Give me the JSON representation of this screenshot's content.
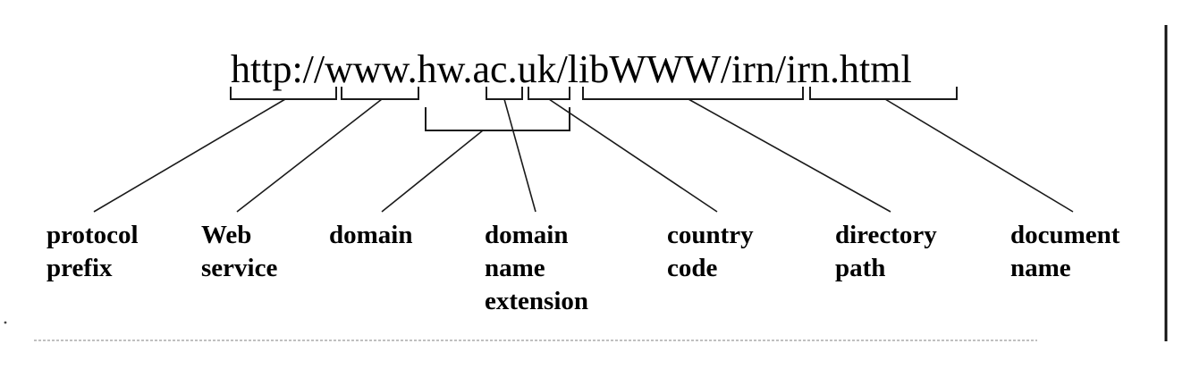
{
  "url": "http://www.hw.ac.uk/libWWW/irn/irn.html",
  "segments": [
    {
      "id": "protocol",
      "label_lines": [
        "protocol",
        "prefix"
      ]
    },
    {
      "id": "web-service",
      "label_lines": [
        "Web",
        "service"
      ]
    },
    {
      "id": "domain",
      "label_lines": [
        "domain"
      ]
    },
    {
      "id": "domain-name-extension",
      "label_lines": [
        "domain",
        "name",
        "extension"
      ]
    },
    {
      "id": "country-code",
      "label_lines": [
        "country",
        "code"
      ]
    },
    {
      "id": "directory-path",
      "label_lines": [
        "directory",
        "path"
      ]
    },
    {
      "id": "document-name",
      "label_lines": [
        "document",
        "name"
      ]
    }
  ]
}
